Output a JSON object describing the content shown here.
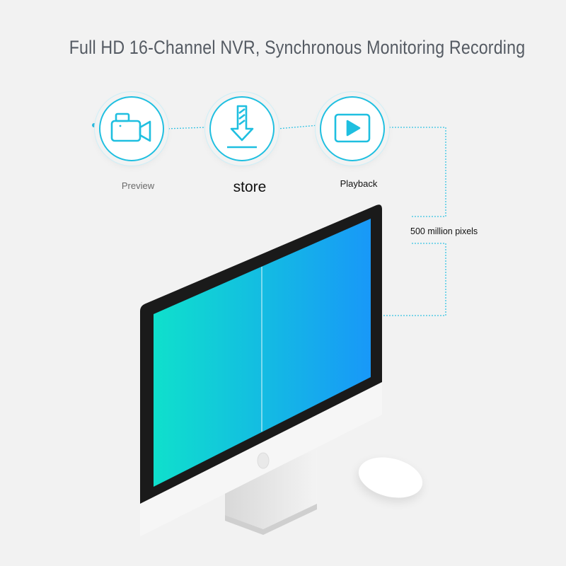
{
  "title": "Full HD 16-Channel NVR, Synchronous Monitoring Recording",
  "features": [
    {
      "label": "Preview",
      "icon": "video-camera-icon"
    },
    {
      "label": "store",
      "icon": "download-icon"
    },
    {
      "label": "Playback",
      "icon": "play-icon"
    }
  ],
  "callout": "500 million pixels",
  "colors": {
    "accent": "#1fbfe0",
    "screen_start": "#0fe0cc",
    "screen_end": "#1898f8",
    "bezel": "#1a1a1a",
    "background": "#f2f2f2"
  }
}
